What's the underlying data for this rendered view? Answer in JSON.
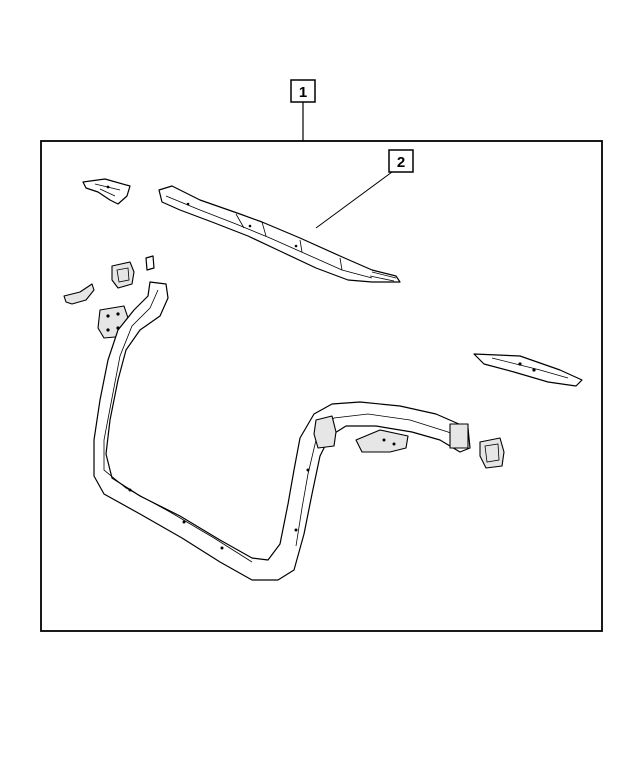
{
  "diagram": {
    "callouts": [
      {
        "id": "callout-1",
        "label": "1"
      },
      {
        "id": "callout-2",
        "label": "2"
      }
    ],
    "colors": {
      "line": "#000000",
      "background": "#ffffff",
      "part_shade": "#e6e6e6"
    }
  }
}
